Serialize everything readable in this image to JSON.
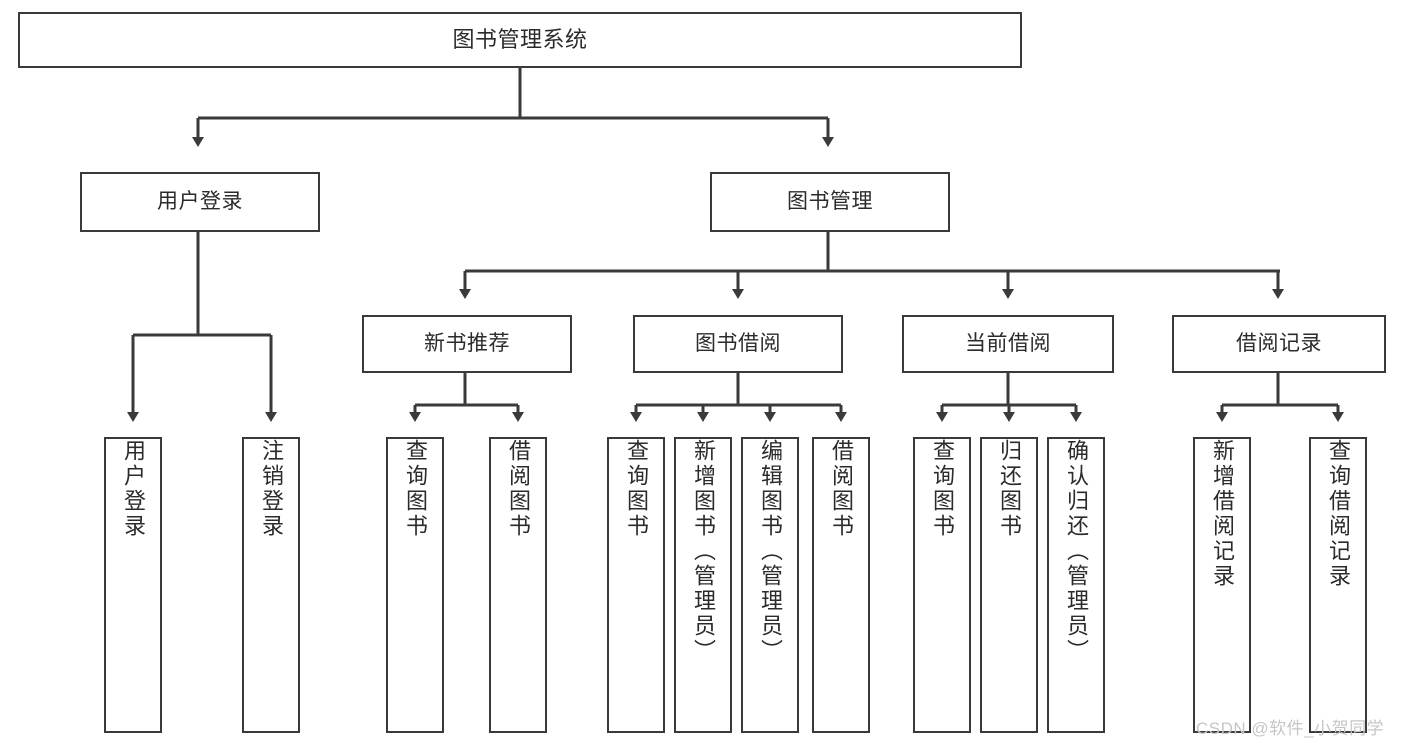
{
  "diagram": {
    "title": "图书管理系统",
    "type": "hierarchy-tree",
    "colors": {
      "background": "#ffffff",
      "box_border": "#3a3a3a",
      "connector": "#3a3a3a",
      "text": "#2b2b2b",
      "watermark": "#c6c6c6"
    },
    "root": {
      "label": "图书管理系统"
    },
    "level2": [
      {
        "label": "用户登录"
      },
      {
        "label": "图书管理"
      }
    ],
    "level3": [
      {
        "label": "新书推荐"
      },
      {
        "label": "图书借阅"
      },
      {
        "label": "当前借阅"
      },
      {
        "label": "借阅记录"
      }
    ],
    "leaves": {
      "user_login": [
        {
          "label": "用户登录"
        },
        {
          "label": "注销登录"
        }
      ],
      "new_book_recommend": [
        {
          "label": "查询图书"
        },
        {
          "label": "借阅图书"
        }
      ],
      "book_borrow": [
        {
          "label": "查询图书"
        },
        {
          "label": "新增图书（管理员）"
        },
        {
          "label": "编辑图书（管理员）"
        },
        {
          "label": "借阅图书"
        }
      ],
      "current_borrow": [
        {
          "label": "查询图书"
        },
        {
          "label": "归还图书"
        },
        {
          "label": "确认归还（管理员）"
        }
      ],
      "borrow_record": [
        {
          "label": "新增借阅记录"
        },
        {
          "label": "查询借阅记录"
        }
      ]
    }
  },
  "watermark": {
    "text": "CSDN @软件_小贺同学"
  }
}
